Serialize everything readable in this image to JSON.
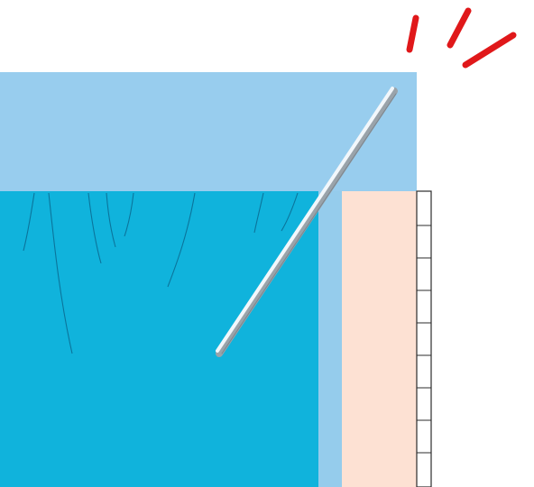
{
  "diagram": {
    "elements": [
      "container-top-band",
      "liquid-region",
      "container-side-wall",
      "adjacent-pink-panel",
      "measurement-scale",
      "rod",
      "impact-marks"
    ],
    "colors": {
      "background": "#ffffff",
      "top_band": "#98cdee",
      "liquid": "#10b3dc",
      "side_wall": "#95ccec",
      "pink_panel": "#fde1d3",
      "scale_outline": "#2b2b2b",
      "rod_light": "#f2f7fb",
      "rod_shadow": "#9aa3aa",
      "accent_red": "#e0181a",
      "streaks": "#0a5f86"
    }
  }
}
